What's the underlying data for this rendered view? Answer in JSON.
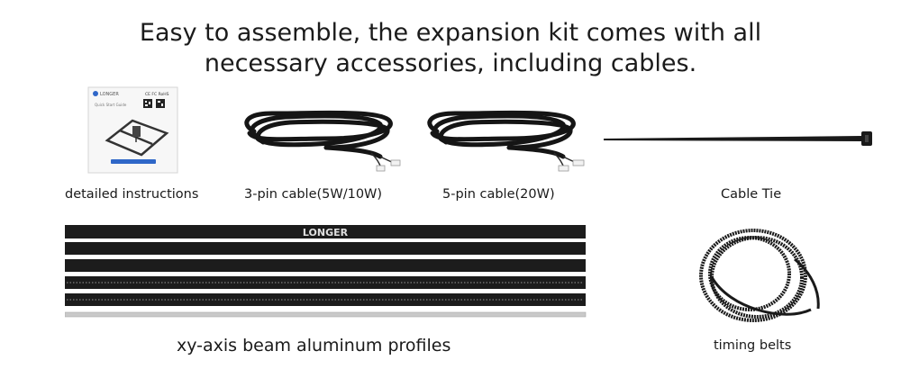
{
  "headline": {
    "line1": "Easy to assemble, the expansion kit comes with all",
    "line2": "necessary accessories, including cables."
  },
  "items": {
    "instructions": {
      "label": "detailed instructions",
      "booklet_brand": "LONGER",
      "booklet_title": "Quick Start Guide",
      "booklet_marks": "CE FC RoHS"
    },
    "cable_3pin": {
      "label": "3-pin cable(5W/10W)"
    },
    "cable_5pin": {
      "label": "5-pin cable(20W)"
    },
    "cable_tie": {
      "label": "Cable Tie"
    },
    "profiles": {
      "label": "xy-axis beam aluminum profiles",
      "brand": "LONGER"
    },
    "timing_belts": {
      "label": "timing belts"
    }
  },
  "colors": {
    "profile_black": "#1c1c1c",
    "profile_silver": "#c9c9c9",
    "cable_black": "#151515",
    "booklet_accent": "#2f67c8"
  }
}
